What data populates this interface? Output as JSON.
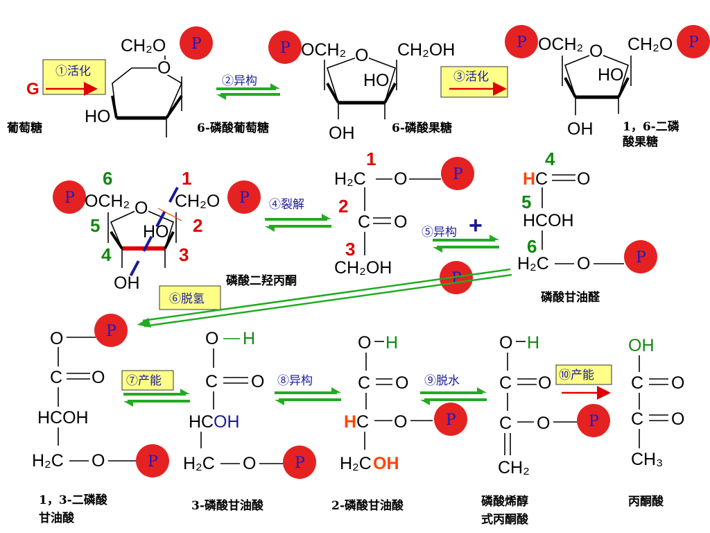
{
  "phosphate_label": "P",
  "glucose_letter": "G",
  "atoms": {
    "ch2o": "CH₂O",
    "ch2oh": "CH₂OH",
    "ho": "HO",
    "oh": "OH",
    "o": "O",
    "h2c": "H₂C",
    "h2c_bare": "H₂C",
    "c": "C",
    "hc": "HC",
    "hcoh": "HCOH",
    "h": "H",
    "ch2": "CH₂",
    "ch3": "CH₃",
    "och2": "OCH₂"
  },
  "compounds": {
    "glucose": "葡萄糖",
    "g6p": "6-磷酸葡萄糖",
    "f6p": "6-磷酸果糖",
    "fbp_1": "1，6-二磷",
    "fbp_2": "酸果糖",
    "dhap": "磷酸二羟丙酮",
    "gap": "磷酸甘油醛",
    "bpg_1": "1，3-二磷酸",
    "bpg_2": "甘油酸",
    "pg3": "3-磷酸甘油酸",
    "pg2": "2-磷酸甘油酸",
    "pep_1": "磷酸烯醇",
    "pep_2": "式丙酮酸",
    "pyruvate": "丙酮酸"
  },
  "steps": {
    "s1": "①活化",
    "s2": "②异构",
    "s3": "③活化",
    "s4": "④裂解",
    "s5": "⑤异构",
    "s6": "⑥脱氢",
    "s7": "⑦产能",
    "s8": "⑧异构",
    "s9": "⑨脱水",
    "s10": "⑩产能"
  },
  "carbon_numbers": [
    "1",
    "2",
    "3",
    "4",
    "5",
    "6"
  ],
  "plus_sign": "+",
  "colors": {
    "phosphate_fill": "#e52222",
    "step_box": "#ffff88",
    "arrow_green": "#22aa22",
    "arrow_red": "#e00000",
    "highlight_red": "#e00000",
    "highlight_orange": "#ff4400",
    "number_green": "#118811",
    "dash_blue": "#1a1a9a"
  }
}
